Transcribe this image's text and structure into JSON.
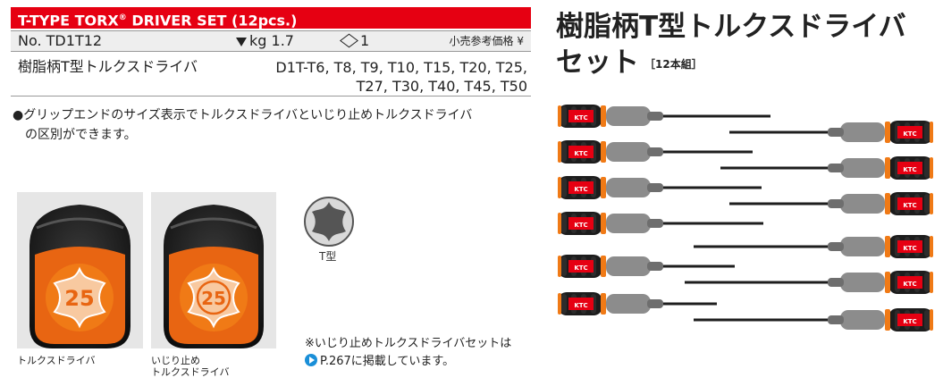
{
  "header": {
    "title": "T-TYPE TORX",
    "title_mark": "®",
    "title_suffix": " DRIVER SET (12pcs.)"
  },
  "spec": {
    "model": "No. TD1T12",
    "weight": "kg 1.7",
    "quantity": "1",
    "price_label": "小売参考価格 ¥"
  },
  "product": {
    "name": "樹脂柄T型トルクスドライバ",
    "tips_line1": "D1T-T6, T8, T9, T10, T15, T20, T25,",
    "tips_line2": "T27, T30, T40, T45, T50"
  },
  "note": {
    "line1": "●グリップエンドのサイズ表示でトルクスドライバといじり止めトルクスドライバ",
    "line2": "の区別ができます。"
  },
  "photos": {
    "a_number": "25",
    "b_number": "25",
    "caption_a": "トルクスドライバ",
    "caption_b_line1": "いじり止め",
    "caption_b_line2": "トルクスドライバ"
  },
  "torx": {
    "label": "T型"
  },
  "reference": {
    "line1": "※いじり止めトルクスドライバセットは",
    "line2": "P.267に掲載しています。"
  },
  "right": {
    "title_line1": "樹脂柄T型トルクスドライバ",
    "title_line2": "セット",
    "title_sub": "［12本組］"
  },
  "drivers": {
    "handle_logo": "KTC",
    "count": 12
  },
  "colors": {
    "brand_red": "#e60012",
    "spec_bg": "#eeeeee",
    "orange": "#f07a16",
    "handle_black": "#1c1c1c",
    "handle_gray": "#8c8c8c",
    "link_blue": "#1a8fd8"
  }
}
